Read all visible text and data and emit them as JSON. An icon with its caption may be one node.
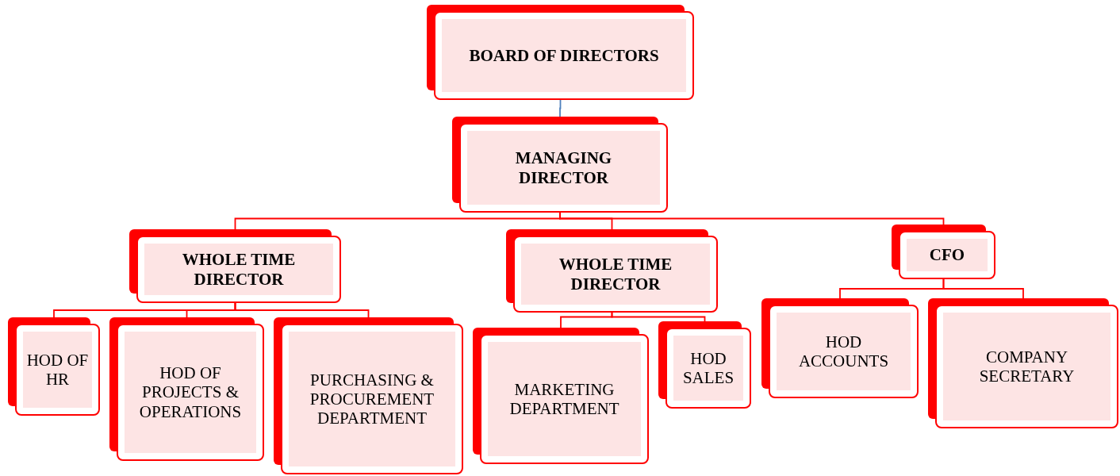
{
  "diagram": {
    "nodes": [
      {
        "text": [
          "BOARD OF DIRECTORS"
        ]
      },
      {
        "text": [
          "MANAGING DIRECTOR"
        ]
      },
      {
        "text": [
          "WHOLE TIME DIRECTOR"
        ]
      },
      {
        "text": [
          "WHOLE TIME DIRECTOR"
        ]
      },
      {
        "text": [
          "CFO"
        ]
      },
      {
        "text": [
          "HOD OF HR"
        ]
      },
      {
        "text": [
          "HOD OF PROJECTS & OPERATIONS"
        ]
      },
      {
        "text": [
          "PURCHASING & PROCUREMENT DEPARTMENT"
        ]
      },
      {
        "text": [
          "MARKETING DEPARTMENT"
        ]
      },
      {
        "text": [
          "HOD SALES"
        ]
      },
      {
        "text": [
          "HOD ACCOUNTS"
        ]
      },
      {
        "text": [
          "COMPANY SECRETARY"
        ]
      }
    ],
    "edges": [
      {
        "from": 0,
        "to": 1,
        "arrow": "none",
        "color": "#4f81bd"
      },
      {
        "from": 1,
        "to": 2,
        "arrow": "none"
      },
      {
        "from": 1,
        "to": 3,
        "arrow": "none"
      },
      {
        "from": 1,
        "to": 4,
        "arrow": "none"
      },
      {
        "from": 2,
        "to": 5,
        "arrow": "none"
      },
      {
        "from": 2,
        "to": 6,
        "arrow": "none"
      },
      {
        "from": 2,
        "to": 7,
        "arrow": "none"
      },
      {
        "from": 3,
        "to": 8,
        "arrow": "none"
      },
      {
        "from": 3,
        "to": 9,
        "arrow": "none"
      },
      {
        "from": 4,
        "to": 10,
        "arrow": "none"
      },
      {
        "from": 4,
        "to": 11,
        "arrow": "none"
      }
    ]
  }
}
